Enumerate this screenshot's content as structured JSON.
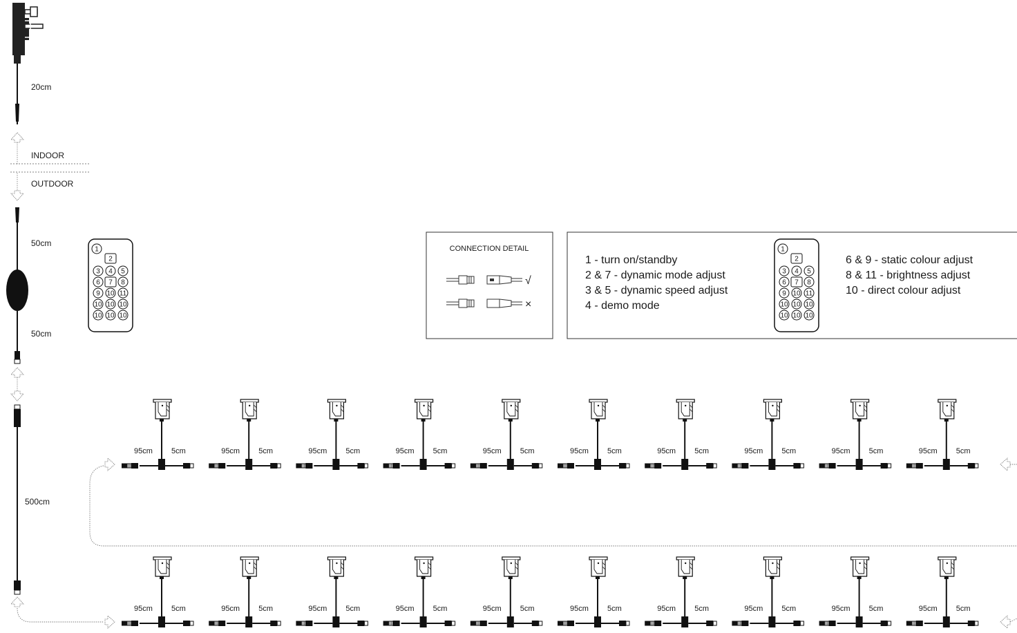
{
  "adapter": {
    "cable_label": "20cm"
  },
  "zones": {
    "indoor": "INDOOR",
    "outdoor": "OUTDOOR"
  },
  "controller": {
    "upper_label": "50cm",
    "lower_label": "50cm"
  },
  "extension": {
    "label": "500cm"
  },
  "remote_keys": [
    "1",
    "2",
    "3",
    "4",
    "5",
    "6",
    "7",
    "8",
    "9",
    "10",
    "11",
    "10",
    "10",
    "10",
    "10",
    "10"
  ],
  "connection_detail": {
    "title": "CONNECTION DETAIL",
    "correct_mark": "√",
    "wrong_mark": "×"
  },
  "legend": {
    "left": [
      "1 - turn on/standby",
      "2 & 7 - dynamic mode adjust",
      "3 & 5 - dynamic speed adjust",
      "4 - demo mode"
    ],
    "right": [
      "6 & 9 - static colour adjust",
      "8 & 11 - brightness adjust",
      "10 - direct colour adjust"
    ]
  },
  "light_unit": {
    "long_lead": "95cm",
    "short_lead": "5cm",
    "count_per_row": 10,
    "rows": 2
  }
}
